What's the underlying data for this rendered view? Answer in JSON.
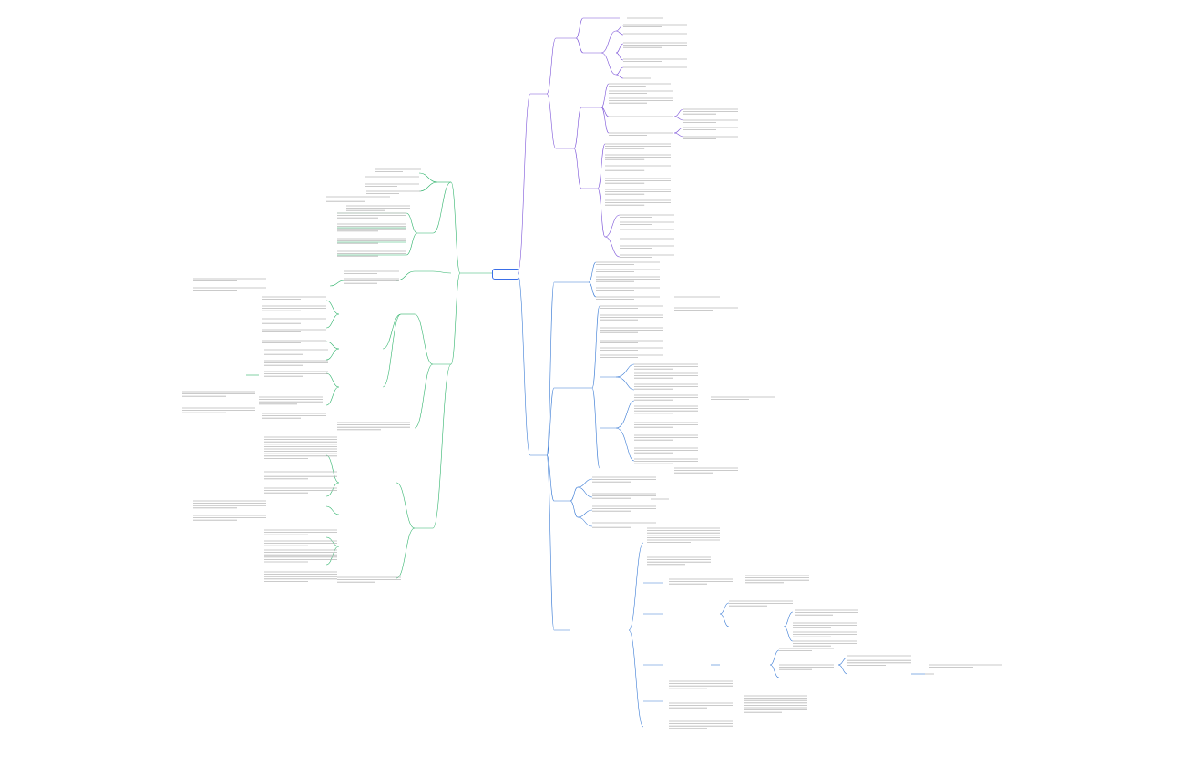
{
  "mindmap": {
    "root": {
      "label": ""
    },
    "branches": [
      {
        "id": "right",
        "color": "#7b53d8",
        "label": "",
        "children_count": 3
      },
      {
        "id": "right-lower",
        "color": "#3a7bd5",
        "label": "",
        "children_count": 5
      },
      {
        "id": "left",
        "color": "#2fb36b",
        "label": "",
        "children_count": 4
      }
    ]
  },
  "colors": {
    "purple": "#7b53d8",
    "blue": "#3a7bd5",
    "green": "#2fb36b",
    "text": "#777777",
    "root_border": "#3a6ee8"
  }
}
